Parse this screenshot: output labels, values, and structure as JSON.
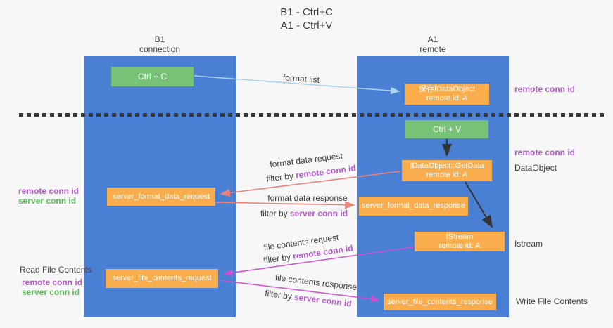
{
  "title": {
    "line1": "B1 - Ctrl+C",
    "line2": "A1 - Ctrl+V"
  },
  "lanes": {
    "left": {
      "title": "B1",
      "subtitle": "connection"
    },
    "right": {
      "title": "A1",
      "subtitle": "remote"
    }
  },
  "nodes": {
    "ctrl_c": {
      "label": "Ctrl + C"
    },
    "save_idataobject": {
      "line1": "保存IDataObject",
      "line2": "remote id: A"
    },
    "ctrl_v": {
      "label": "Ctrl + V"
    },
    "idataobject_getdata": {
      "line1": "IDataObject::GetData",
      "line2": "remote id: A"
    },
    "server_format_data_request": {
      "label": "server_format_data_request"
    },
    "server_format_data_response": {
      "label": "server_format_data_response"
    },
    "istream": {
      "line1": "IStream",
      "line2": "remote id: A"
    },
    "server_file_contents_request": {
      "label": "server_file_contents_request"
    },
    "server_file_contents_response": {
      "label": "server_file_contents_response"
    }
  },
  "edge_labels": {
    "format_list": "format list",
    "format_data_request": "format data request",
    "format_data_response": "format data response",
    "file_contents_request": "file contents request",
    "file_contents_response": "file contents response",
    "filter_by": "filter by",
    "remote_conn_id": "remote conn id",
    "server_conn_id": "server conn id"
  },
  "side_labels": {
    "right_top_remote_conn_id": "remote conn id",
    "right_mid_remote_conn_id": "remote conn id",
    "right_dataobject": "DataObject",
    "right_istream": "Istream",
    "right_write_file_contents": "Write File Contents",
    "left_remote_conn_id_1": "remote conn id",
    "left_server_conn_id_1": "server conn id",
    "left_read_file_contents": "Read File Contents",
    "left_remote_conn_id_2": "remote conn id",
    "left_server_conn_id_2": "server conn id"
  },
  "colors": {
    "lane_blue": "#4a80d4",
    "node_green": "#77c277",
    "node_orange": "#f9ad4c",
    "arrow_salmon": "#e8827c",
    "arrow_magenta": "#cb52cd",
    "arrow_blue": "#a9d2ee",
    "arrow_black": "#333333",
    "text_purple": "#b35bc7",
    "text_green": "#5cb85c",
    "text_dark": "#3c3c3c",
    "background": "#f7f7f8"
  }
}
